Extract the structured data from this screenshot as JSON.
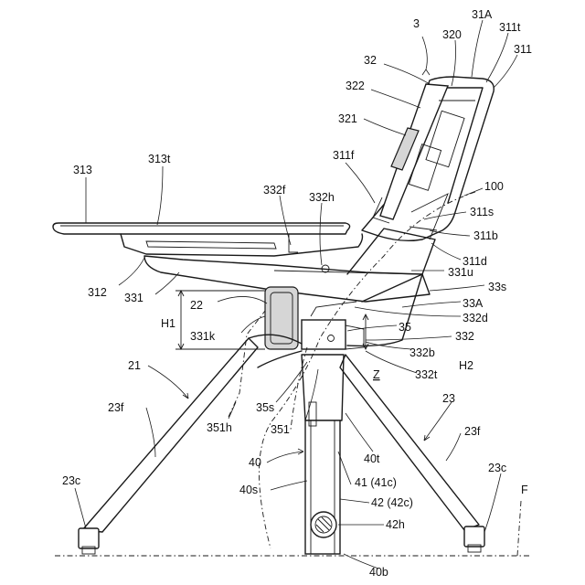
{
  "labels": {
    "fig": "3",
    "l31A": "31A",
    "l311t": "311t",
    "l320": "320",
    "l311": "311",
    "l32": "32",
    "l322": "322",
    "l321": "321",
    "l311f": "311f",
    "l313": "313",
    "l313t": "313t",
    "l100": "100",
    "l332f": "332f",
    "l332h": "332h",
    "l311s": "311s",
    "l311b": "311b",
    "l311d": "311d",
    "l331u": "331u",
    "l312": "312",
    "l331": "331",
    "l22": "22",
    "l33s": "33s",
    "l33A": "33A",
    "lH1": "H1",
    "l332d": "332d",
    "l331k": "331k",
    "l35": "35",
    "l332": "332",
    "l332b": "332b",
    "l21": "21",
    "lH2": "H2",
    "lZ": "Z",
    "l332t": "332t",
    "l23f_left": "23f",
    "l35s": "35s",
    "l23": "23",
    "l351h": "351h",
    "l351": "351",
    "l23f_right": "23f",
    "l40": "40",
    "l40t": "40t",
    "l40s": "40s",
    "l41": "41 (41c)",
    "l23c_left": "23c",
    "l42": "42 (42c)",
    "l23c_right": "23c",
    "lF": "F",
    "l42h": "42h",
    "l40b": "40b"
  }
}
